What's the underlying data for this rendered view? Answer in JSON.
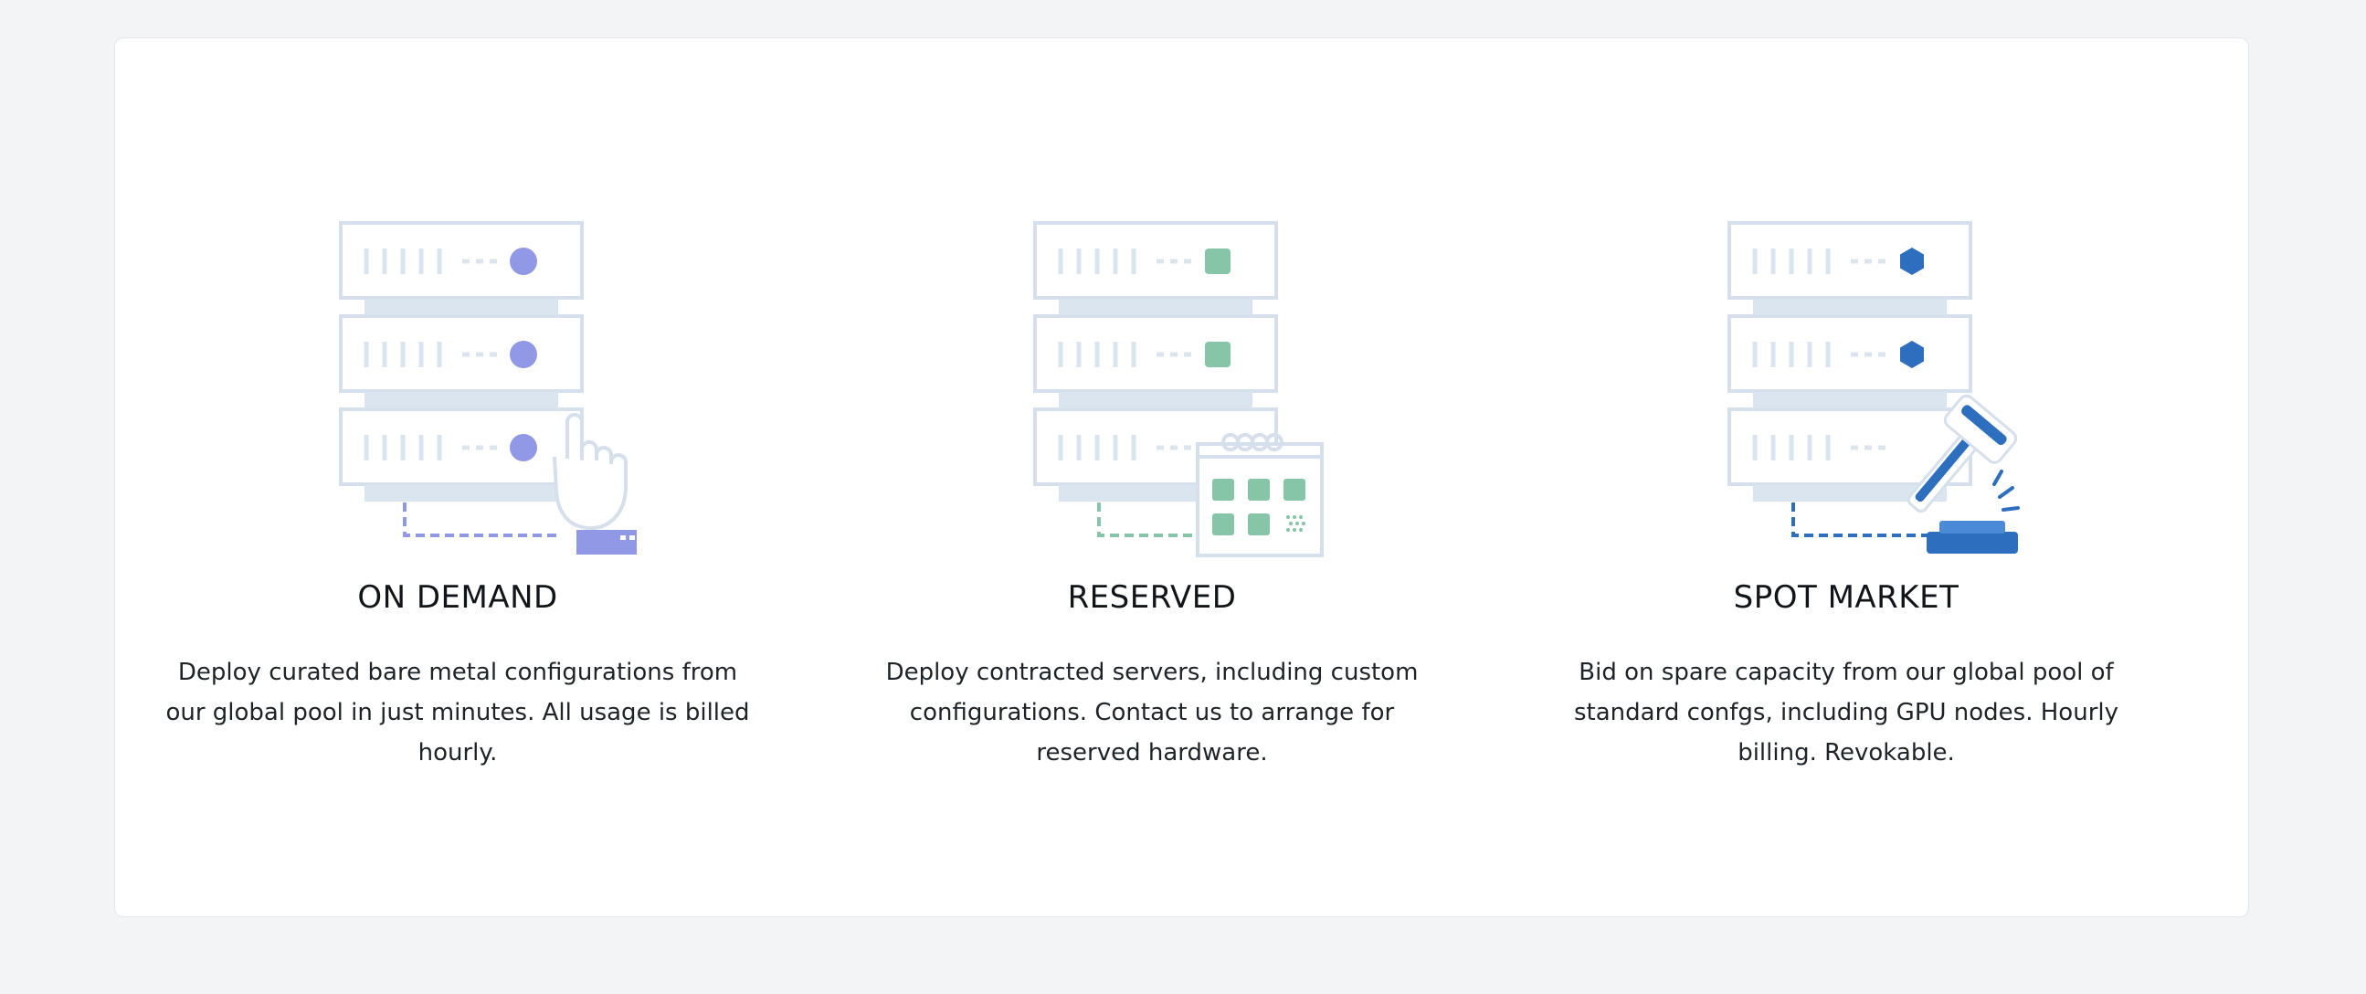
{
  "colors": {
    "server_outline": "#d5e0ec",
    "server_fill": "#dbe5ef",
    "on_demand_accent": "#9198e5",
    "reserved_accent": "#86c5a8",
    "spot_accent": "#2d6ebf"
  },
  "options": [
    {
      "title": "ON DEMAND",
      "description": "Deploy curated bare metal configurations from our global pool in just minutes. All usage is billed hourly.",
      "icon": "server-hand-icon"
    },
    {
      "title": "RESERVED",
      "description": "Deploy contracted servers, including custom configurations. Contact us to arrange for reserved hardware.",
      "icon": "server-calendar-icon"
    },
    {
      "title": "SPOT MARKET",
      "description": "Bid on spare capacity from our global pool of standard confgs, including GPU nodes. Hourly billing. Revokable.",
      "icon": "server-gavel-icon"
    }
  ]
}
